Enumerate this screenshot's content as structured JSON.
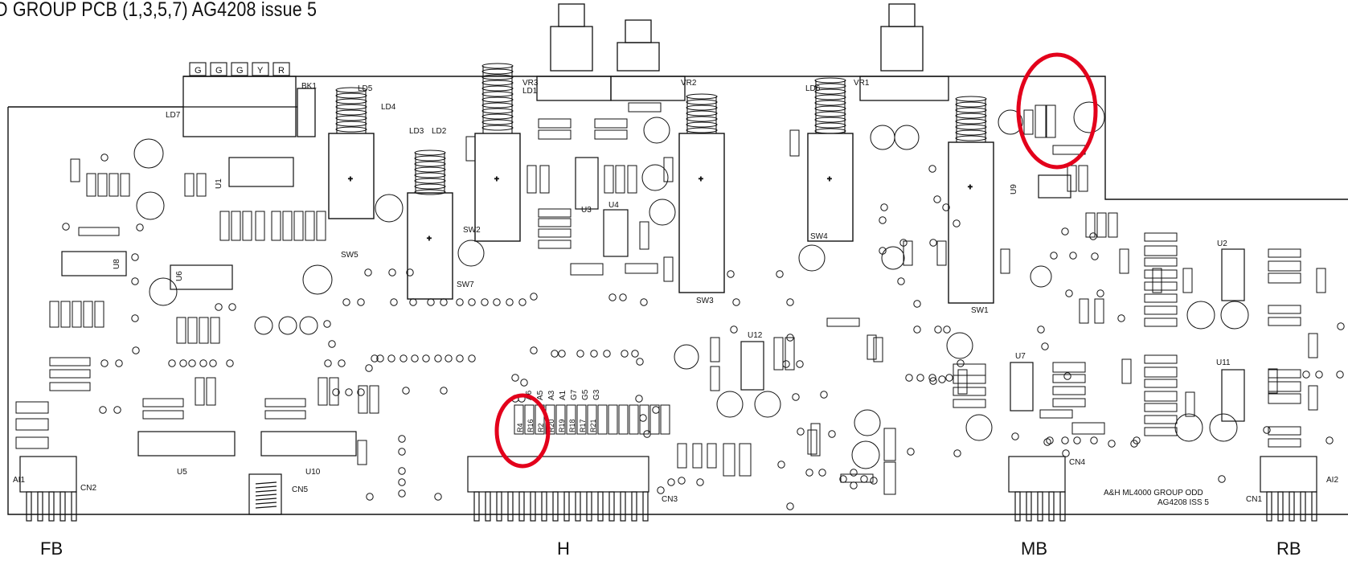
{
  "title": "D GROUP PCB (1,3,5,7)  AG4208 issue 5",
  "board_caption": [
    "A&H ML4000 GROUP ODD",
    "AG4208 ISS 5"
  ],
  "connectors": [
    "FB",
    "H",
    "MB",
    "RB"
  ],
  "header_pins": [
    "G",
    "G",
    "G",
    "Y",
    "R"
  ],
  "switches": [
    "SW5",
    "SW7",
    "SW2",
    "SW3",
    "SW4",
    "SW1"
  ],
  "leds": [
    "LD7",
    "LD5",
    "LD4",
    "LD3",
    "LD2",
    "LD1",
    "LD6",
    "BK1"
  ],
  "pots": [
    "VR3",
    "VR2",
    "VR1"
  ],
  "ics": [
    "U1",
    "U6",
    "U8",
    "U5",
    "U10",
    "U3",
    "U4",
    "U12",
    "U9",
    "U7",
    "U2",
    "U11"
  ],
  "cn_labels": [
    "CN2",
    "CN5",
    "CN3",
    "CN4",
    "CN1",
    "AI1",
    "AI2"
  ],
  "pin_labels": [
    "A6",
    "A5",
    "A3",
    "A1",
    "G7",
    "G5",
    "G3"
  ],
  "resistor_array": [
    "R4",
    "R16",
    "R2",
    "R20",
    "R19",
    "R18",
    "R17",
    "R21"
  ],
  "highlight_color": "#e3001b"
}
